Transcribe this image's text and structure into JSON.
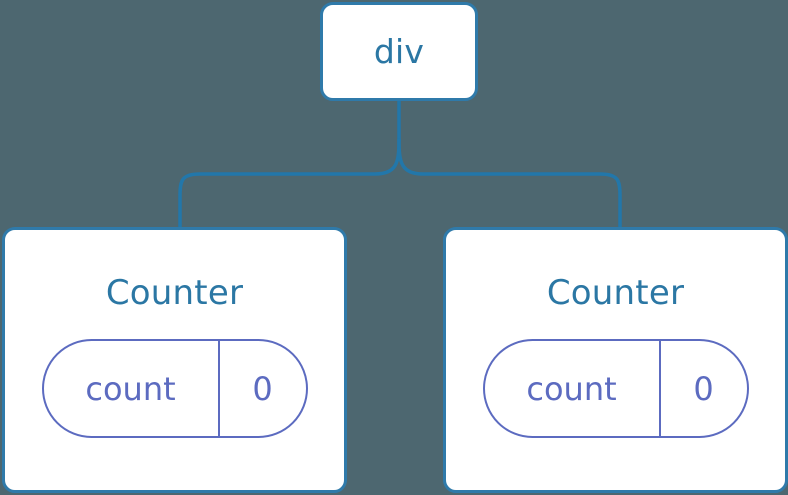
{
  "diagram": {
    "background_color": "#4d6770",
    "node_color": "#2f7aaa",
    "text_color": "#2b77a4",
    "state_color": "#5c6bc0",
    "edge_color": "#2277aa"
  },
  "root": {
    "label": "div"
  },
  "children": [
    {
      "title": "Counter",
      "state": {
        "key": "count",
        "value": "0"
      }
    },
    {
      "title": "Counter",
      "state": {
        "key": "count",
        "value": "0"
      }
    }
  ]
}
